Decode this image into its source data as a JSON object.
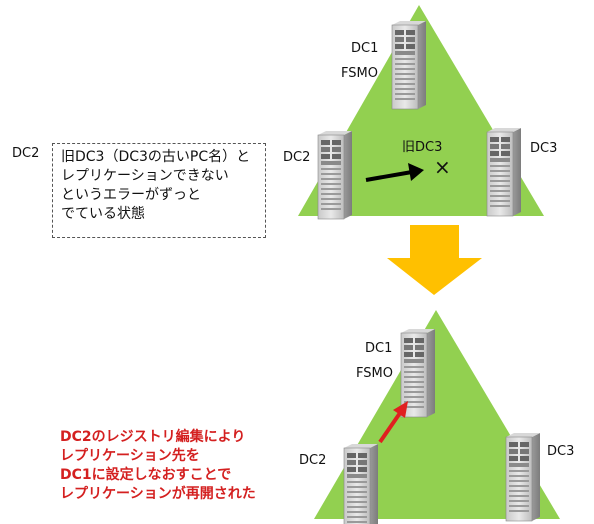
{
  "top": {
    "dc1_label": "DC1",
    "fsmo_label": "FSMO",
    "dc2_label": "DC2",
    "dc3_label": "DC3",
    "old_dc3_label": "旧DC3",
    "x_mark": "×"
  },
  "outside_label": "DC2",
  "note_lines": [
    "旧DC3（DC3の古いPC名）と",
    "レプリケーションできない",
    "というエラーがずっと",
    "でている状態"
  ],
  "bottom": {
    "dc1_label": "DC1",
    "fsmo_label": "FSMO",
    "dc2_label": "DC2",
    "dc3_label": "DC3"
  },
  "red_lines": [
    "DC2のレジストリ編集により",
    "レプリケーション先を",
    "DC1に設定しなおすことで",
    "レプリケーションが再開された"
  ],
  "colors": {
    "triangle": "#92d050",
    "arrow_down": "#ffc000",
    "red_text": "#d42020",
    "red_arrow": "#e02020"
  }
}
